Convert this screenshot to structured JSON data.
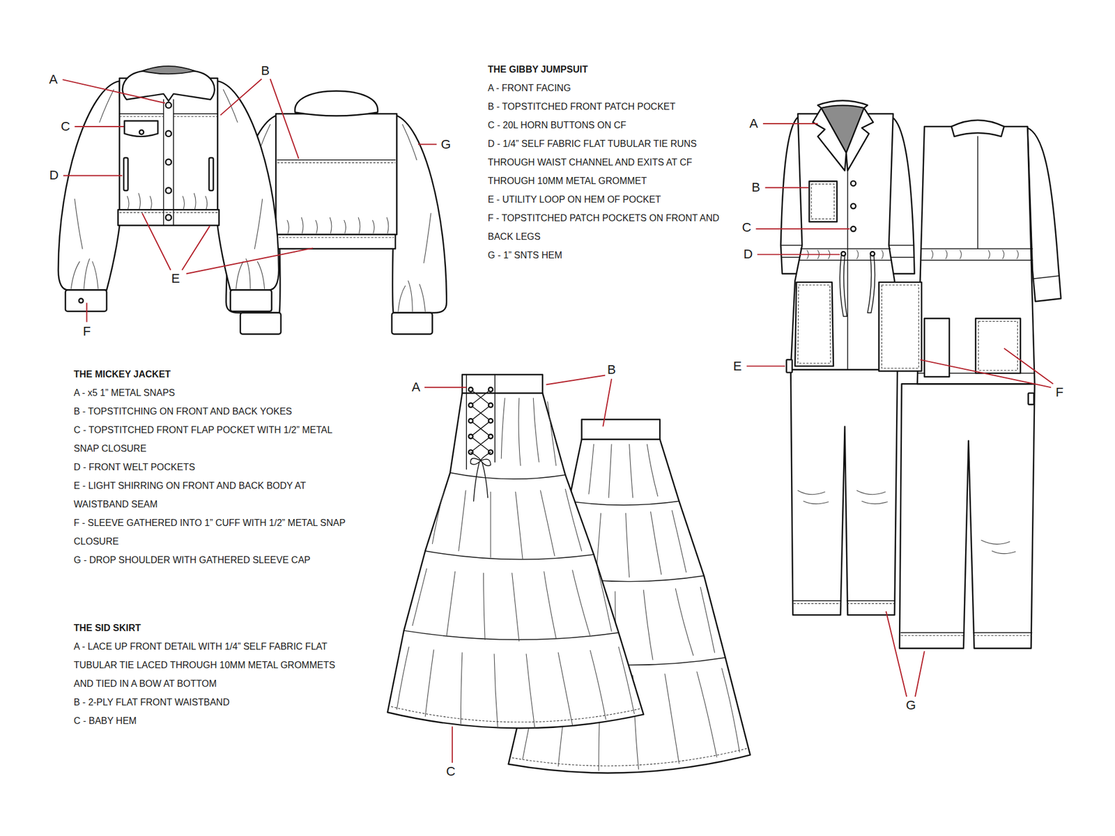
{
  "diagram": {
    "labels": [
      "A",
      "B",
      "C",
      "D",
      "G",
      "E",
      "F",
      "THE GIBBY JUMPSUIT",
      "A - FRONT FACING",
      "B - TOPSTITCHED FRONT PATCH POCKET",
      "C - 20L HORN BUTTONS ON CF",
      "D - 1/4” SELF FABRIC FLAT TUBULAR TIE RUNS THROUGH WAIST CHANNEL AND EXITS AT CF THROUGH 10MM METAL GROMMET",
      "E - UTILITY LOOP ON HEM OF POCKET",
      "F - TOPSTITCHED PATCH POCKETS ON FRONT AND BACK LEGS",
      "G - 1” SNTS HEM",
      "A",
      "B",
      "C",
      "D",
      "E",
      "F",
      "G",
      "THE MICKEY JACKET",
      "A - x5 1” METAL SNAPS",
      "B - TOPSTITCHING ON FRONT AND BACK YOKES",
      "C - TOPSTITCHED FRONT FLAP POCKET WITH 1/2” METAL SNAP CLOSURE",
      "D - FRONT WELT POCKETS",
      "E - LIGHT SHIRRING ON FRONT AND BACK BODY AT WAISTBAND SEAM",
      "F - SLEEVE GATHERED INTO 1” CUFF WITH 1/2” METAL SNAP CLOSURE",
      "G - DROP SHOULDER WITH GATHERED SLEEVE CAP",
      "A",
      "B",
      "C",
      "THE SID SKIRT",
      "A - LACE UP FRONT DETAIL WITH 1/4” SELF FABRIC FLAT TUBULAR TIE LACED THROUGH 10MM METAL GROMMETS AND TIED IN A BOW AT BOTTOM",
      "B - 2-PLY FLAT FRONT WAISTBAND",
      "C - BABY HEM"
    ]
  }
}
